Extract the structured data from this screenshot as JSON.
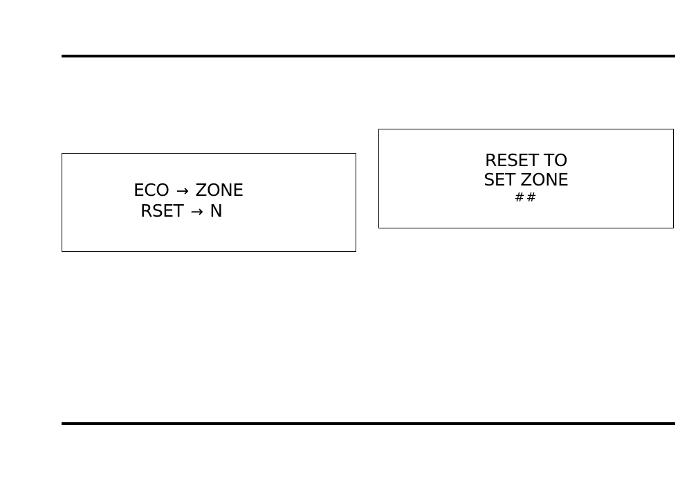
{
  "display_left": {
    "line1": {
      "a": "ECO",
      "arrow": "→",
      "b": "ZONE"
    },
    "line2": {
      "a": "RSET",
      "arrow": "→",
      "b": "N"
    }
  },
  "display_right": {
    "line1": "RESET TO",
    "line2": "SET ZONE",
    "line3": "##"
  }
}
